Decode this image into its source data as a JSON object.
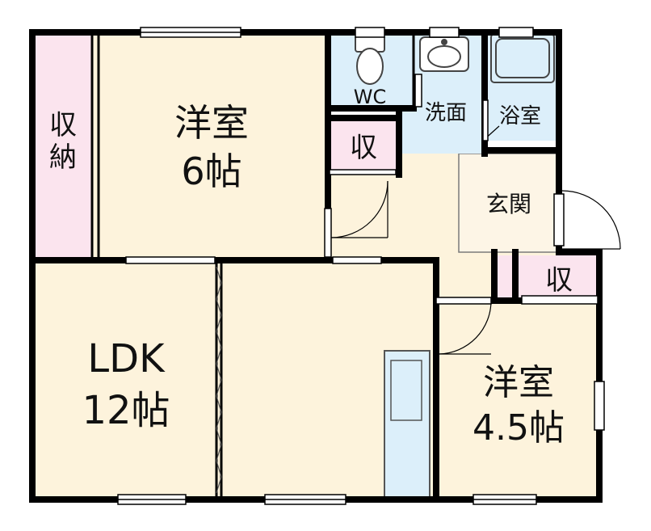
{
  "rooms": {
    "western_large": {
      "name": "洋室",
      "size": "6帖"
    },
    "ldk": {
      "name": "LDK",
      "size": "12帖"
    },
    "western_small": {
      "name": "洋室",
      "size": "4.5帖"
    },
    "wc": "WC",
    "washroom": "洗面",
    "bath": "浴室",
    "entrance": "玄関",
    "closet_large": "収納",
    "closet_hall": "収",
    "closet_small": "収"
  },
  "colors": {
    "room_floor": "#FDF3DC",
    "wet_area": "#DCEFFA",
    "closet": "#FBE4EE",
    "entrance_floor": "#FDF5E6",
    "wall": "#000000"
  }
}
